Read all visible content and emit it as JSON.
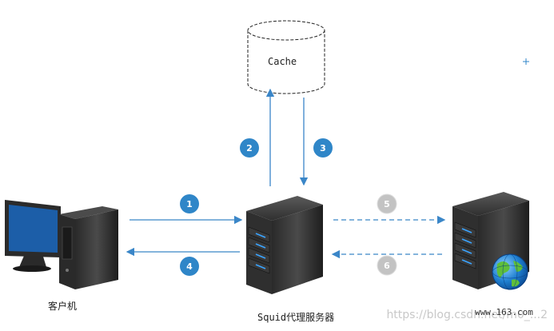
{
  "cache_label": "Cache",
  "client_label": "客户机",
  "proxy_label": "Squid代理服务器",
  "server_url": "www.163.com",
  "watermark": "https://blog.csdn.net/m0_...2",
  "steps": [
    "1",
    "2",
    "3",
    "4",
    "5",
    "6"
  ],
  "colors": {
    "solid_badge": "#2f86c8",
    "faded_badge": "#b9b9b9",
    "arrow": "#3a86c8"
  }
}
